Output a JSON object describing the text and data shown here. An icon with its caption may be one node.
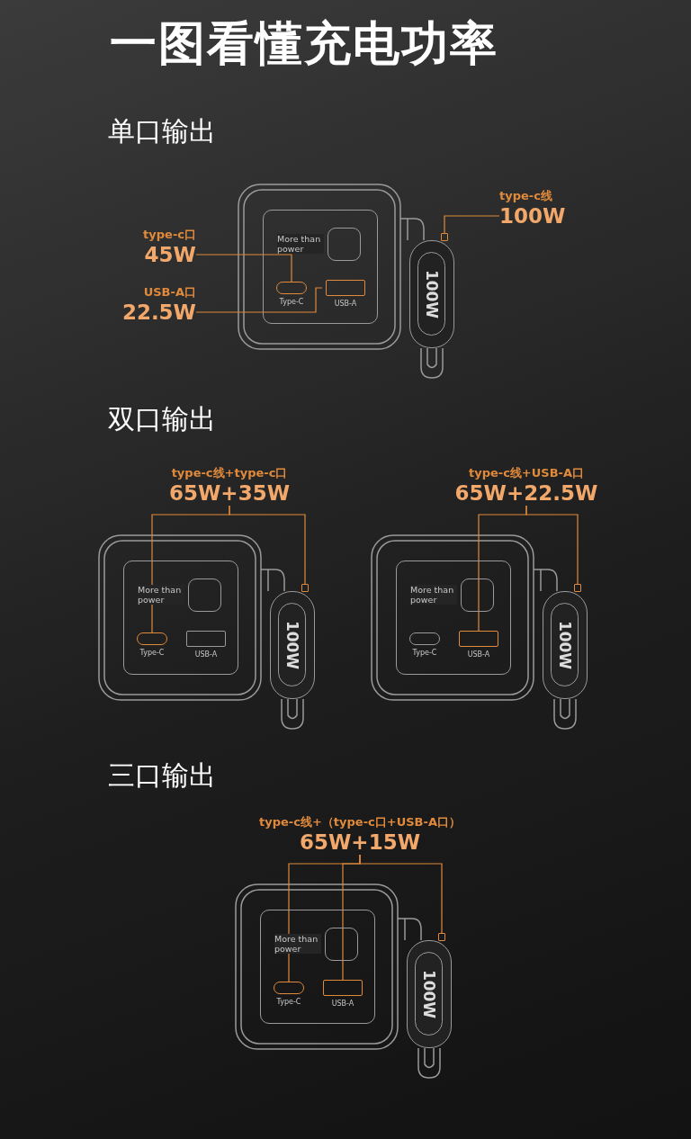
{
  "diagram": {
    "title": "一图看懂充电功率",
    "nodes": [
      {
        "text": [
          "type-c口",
          "45W"
        ]
      },
      {
        "text": [
          "USB-A口",
          "22.5W"
        ]
      },
      {
        "text": [
          "type-c线",
          "100W"
        ]
      },
      {
        "text": [
          "More than power"
        ]
      },
      {
        "text": [
          "Type-C"
        ],
        "in": 3
      },
      {
        "text": [
          "USB-A"
        ],
        "in": 3
      },
      {
        "text": [],
        "shape": "box"
      },
      {
        "text": [
          "100W"
        ]
      },
      {
        "text": [
          "type-c线+type-c口",
          "65W+35W"
        ]
      },
      {
        "text": [
          "More than power"
        ]
      },
      {
        "text": [
          "Type-C"
        ],
        "in": 9
      },
      {
        "text": [
          "USB-A"
        ],
        "in": 9
      },
      {
        "text": [],
        "shape": "box"
      },
      {
        "text": [
          "100W"
        ]
      },
      {
        "text": [
          "type-c线+USB-A口",
          "65W+22.5W"
        ]
      },
      {
        "text": [
          "More than power"
        ]
      },
      {
        "text": [
          "Type-C"
        ],
        "in": 15
      },
      {
        "text": [
          "USB-A"
        ],
        "in": 15
      },
      {
        "text": [],
        "shape": "box"
      },
      {
        "text": [
          "100W"
        ]
      },
      {
        "text": [
          "type-c线+（type-c口+USB-A口）",
          "65W+15W"
        ]
      },
      {
        "text": [
          "More than power"
        ]
      },
      {
        "text": [
          "Type-C"
        ],
        "in": 21
      },
      {
        "text": [
          "USB-A"
        ],
        "in": 21
      },
      {
        "text": [],
        "shape": "box"
      },
      {
        "text": [
          "100W"
        ]
      }
    ],
    "edges": [
      {
        "from": 0,
        "to": 4,
        "arrow": "none"
      },
      {
        "from": 1,
        "to": 5,
        "arrow": "none"
      },
      {
        "from": 2,
        "to": 6,
        "arrow": "none"
      },
      {
        "from": 8,
        "to": 10,
        "arrow": "none"
      },
      {
        "from": 8,
        "to": 12,
        "arrow": "none"
      },
      {
        "from": 14,
        "to": 17,
        "arrow": "none"
      },
      {
        "from": 14,
        "to": 18,
        "arrow": "none"
      },
      {
        "from": 20,
        "to": 22,
        "arrow": "none"
      },
      {
        "from": 20,
        "to": 23,
        "arrow": "none"
      },
      {
        "from": 20,
        "to": 24,
        "arrow": "none"
      }
    ],
    "labels": [
      "单口输出",
      "双口输出",
      "三口输出"
    ]
  }
}
